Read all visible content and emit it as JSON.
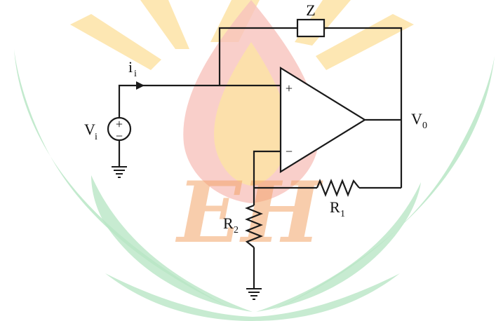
{
  "colors": {
    "leaf_green": "#b9e6c5",
    "flame_pink": "#f8c3bd",
    "flame_yellow": "#fde3a6",
    "logo_orange": "#f3a56a",
    "wire": "#1a1a1a"
  },
  "watermark": {
    "logo_text": "EH"
  },
  "labels": {
    "Z": "Z",
    "ii_main": "i",
    "ii_sub": "i",
    "Vi_main": "V",
    "Vi_sub": "i",
    "V0_main": "V",
    "V0_sub": "0",
    "R1_main": "R",
    "R1_sub": "1",
    "R2_main": "R",
    "R2_sub": "2",
    "source_plus": "+",
    "source_minus": "−",
    "opamp_plus": "+",
    "opamp_minus": "−"
  }
}
